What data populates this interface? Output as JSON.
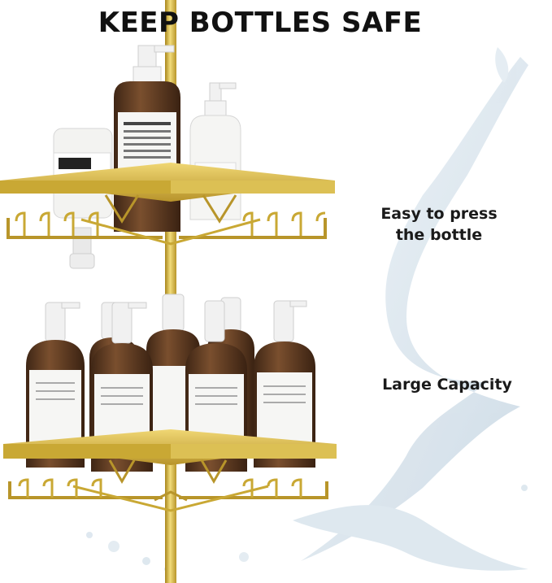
{
  "headline": "KEEP BOTTLES SAFE",
  "features": [
    {
      "lines": [
        "Easy to press",
        "the bottle"
      ]
    },
    {
      "lines": [
        "Large Capacity"
      ]
    }
  ],
  "colors": {
    "background": "#ffffff",
    "gold": "#d9b93a",
    "gold_dark": "#a8861c",
    "amber_bottle": "#5b3a22",
    "label": "#f4f4f2",
    "water": "#dbe6ee"
  },
  "icons": [
    "water-splash",
    "gold-pole",
    "corner-shelf"
  ]
}
